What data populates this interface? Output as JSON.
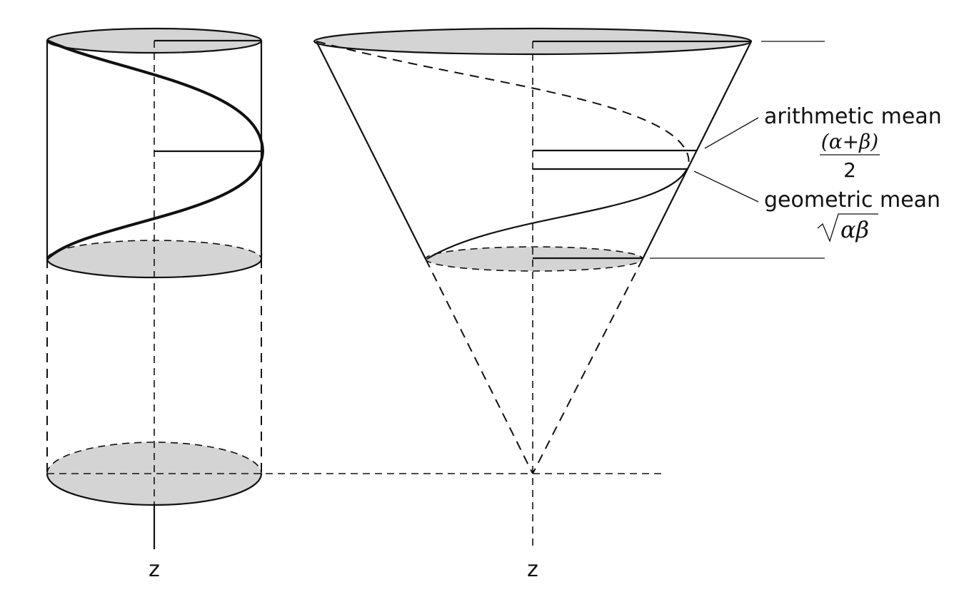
{
  "colors": {
    "ink": "#111111",
    "shade": "#d4d4d4"
  },
  "labels": {
    "cylinder_axis": "z",
    "cone_axis": "z",
    "arithmetic_mean": "arithmetic mean",
    "arithmetic_numerator": "(α+β)",
    "arithmetic_denominator": "2",
    "geometric_mean": "geometric mean",
    "geometric_radicand": "αβ"
  }
}
